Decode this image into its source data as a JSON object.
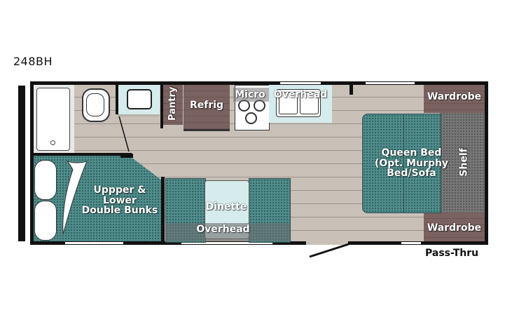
{
  "model": "248BH",
  "rooms": {
    "pantry": "Pantry",
    "refrig": "Refrig",
    "micro": "Micro",
    "overhead_kitchen": "Overhead",
    "wardrobe_top": "Wardrobe",
    "queen_bed_line1": "Queen Bed",
    "queen_bed_line2": "(Opt. Murphy",
    "queen_bed_line3": "Bed/Sofa",
    "shelf": "Shelf",
    "wardrobe_bottom": "Wardrobe",
    "bunks_line1": "Uppper &",
    "bunks_line2": "Lower",
    "bunks_line3": "Double Bunks",
    "dinette": "Dinette",
    "overhead_dinette": "Overhead"
  },
  "pass_thru": "Pass-Thru",
  "colors": {
    "floor": "#c9c1b8",
    "teal": "#4f8d8c",
    "wood": "#7a6260",
    "wall": "#111111",
    "sink_blue": "#d6ecec"
  }
}
